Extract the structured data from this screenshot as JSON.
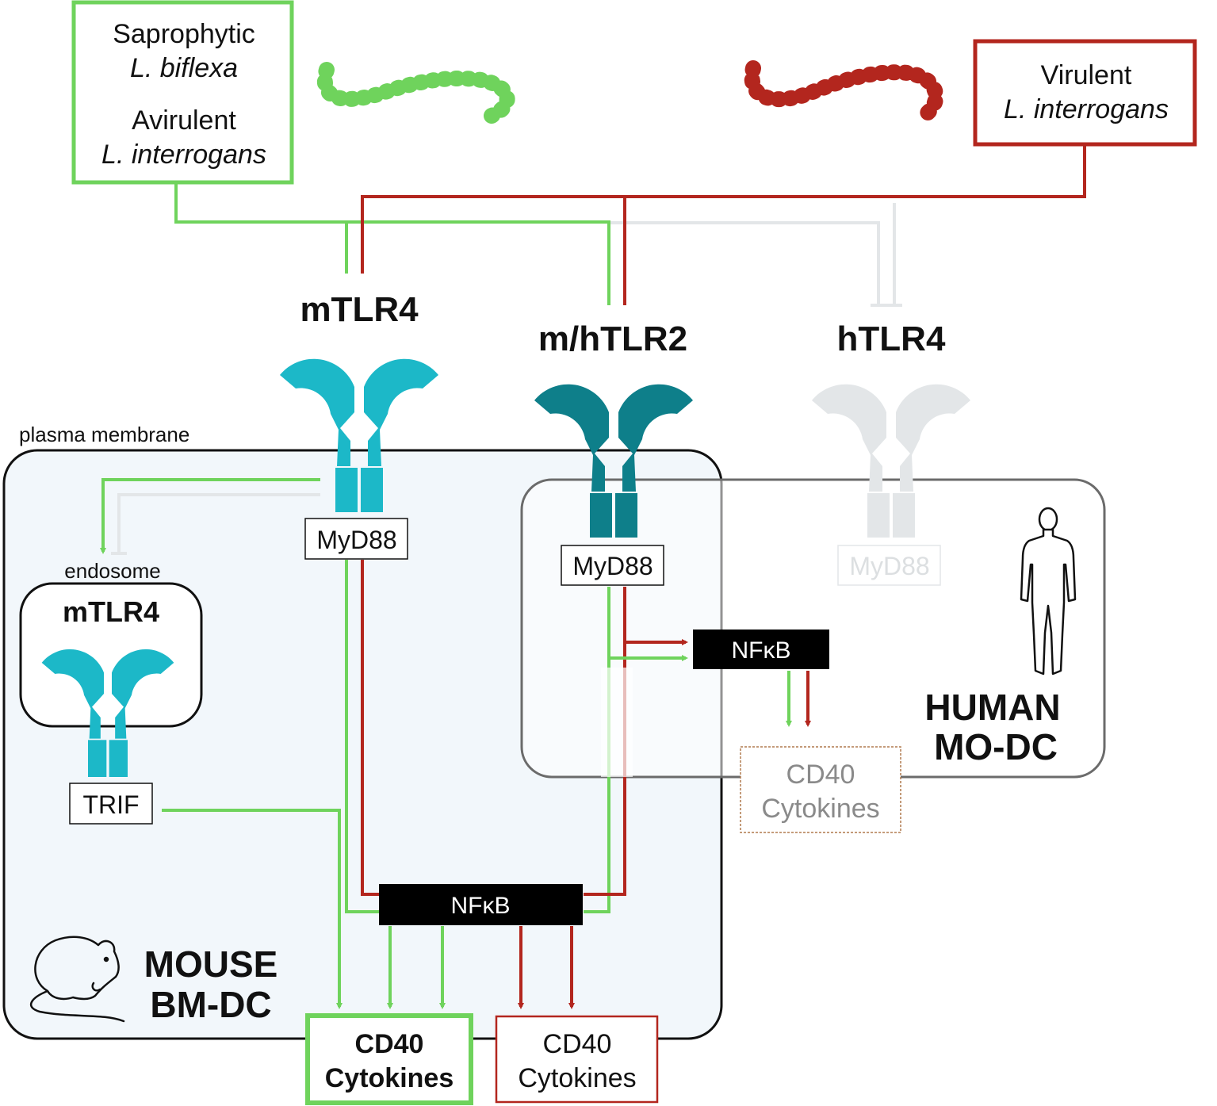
{
  "sources": {
    "green": {
      "line1": "Saprophytic",
      "line2": "L. biflexa",
      "line3": "Avirulent",
      "line4": "L. interrogans"
    },
    "red": {
      "line1": "Virulent",
      "line2": "L. interrogans"
    }
  },
  "receptors": {
    "mtlr4": "mTLR4",
    "mhtlr2": "m/hTLR2",
    "htlr4": "hTLR4",
    "endosome_mtlr4": "mTLR4"
  },
  "labels": {
    "plasma_membrane": "plasma membrane",
    "endosome": "endosome"
  },
  "adaptors": {
    "myd88_mouse": "MyD88",
    "myd88_tlr2": "MyD88",
    "myd88_human": "MyD88",
    "trif": "TRIF"
  },
  "nfkb": {
    "mouse": "NFκB",
    "human": "NFκB"
  },
  "outputs": {
    "mouse_green": {
      "line1": "CD40",
      "line2": "Cytokines"
    },
    "mouse_red": {
      "line1": "CD40",
      "line2": "Cytokines"
    },
    "human": {
      "line1": "CD40",
      "line2": "Cytokines"
    }
  },
  "cells": {
    "mouse": {
      "line1": "MOUSE",
      "line2": "BM-DC"
    },
    "human": {
      "line1": "HUMAN",
      "line2": "MO-DC"
    }
  },
  "colors": {
    "green": "#6fd35c",
    "red": "#b3261e",
    "cyan": "#1cb8c8",
    "teal": "#0e7f8a",
    "grey": "#e3e6e8",
    "mouse_fill": "#f2f7fb"
  }
}
